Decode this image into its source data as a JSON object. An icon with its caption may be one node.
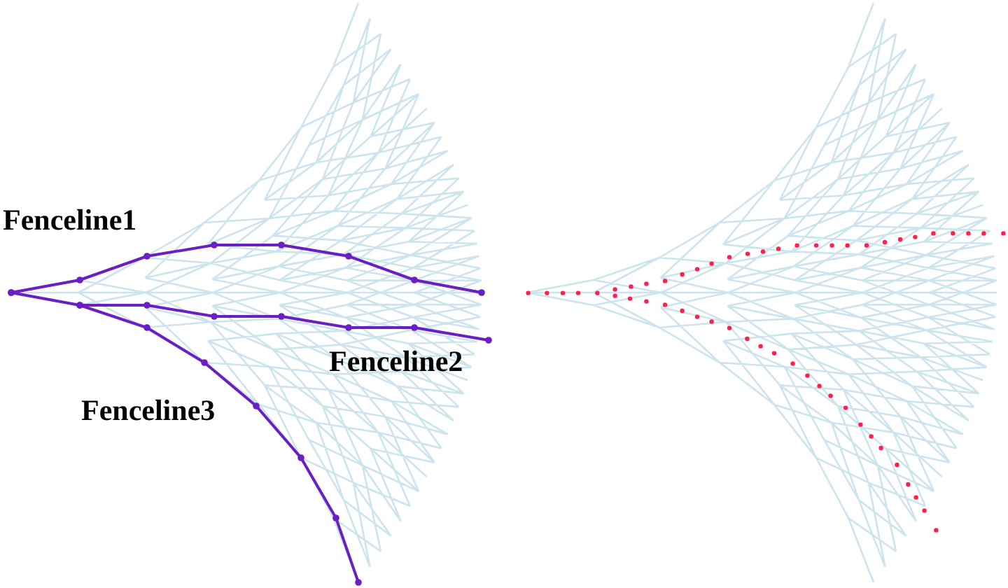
{
  "diagram": {
    "labels": [
      "Fenceline1",
      "Fenceline2",
      "Fenceline3"
    ]
  }
}
